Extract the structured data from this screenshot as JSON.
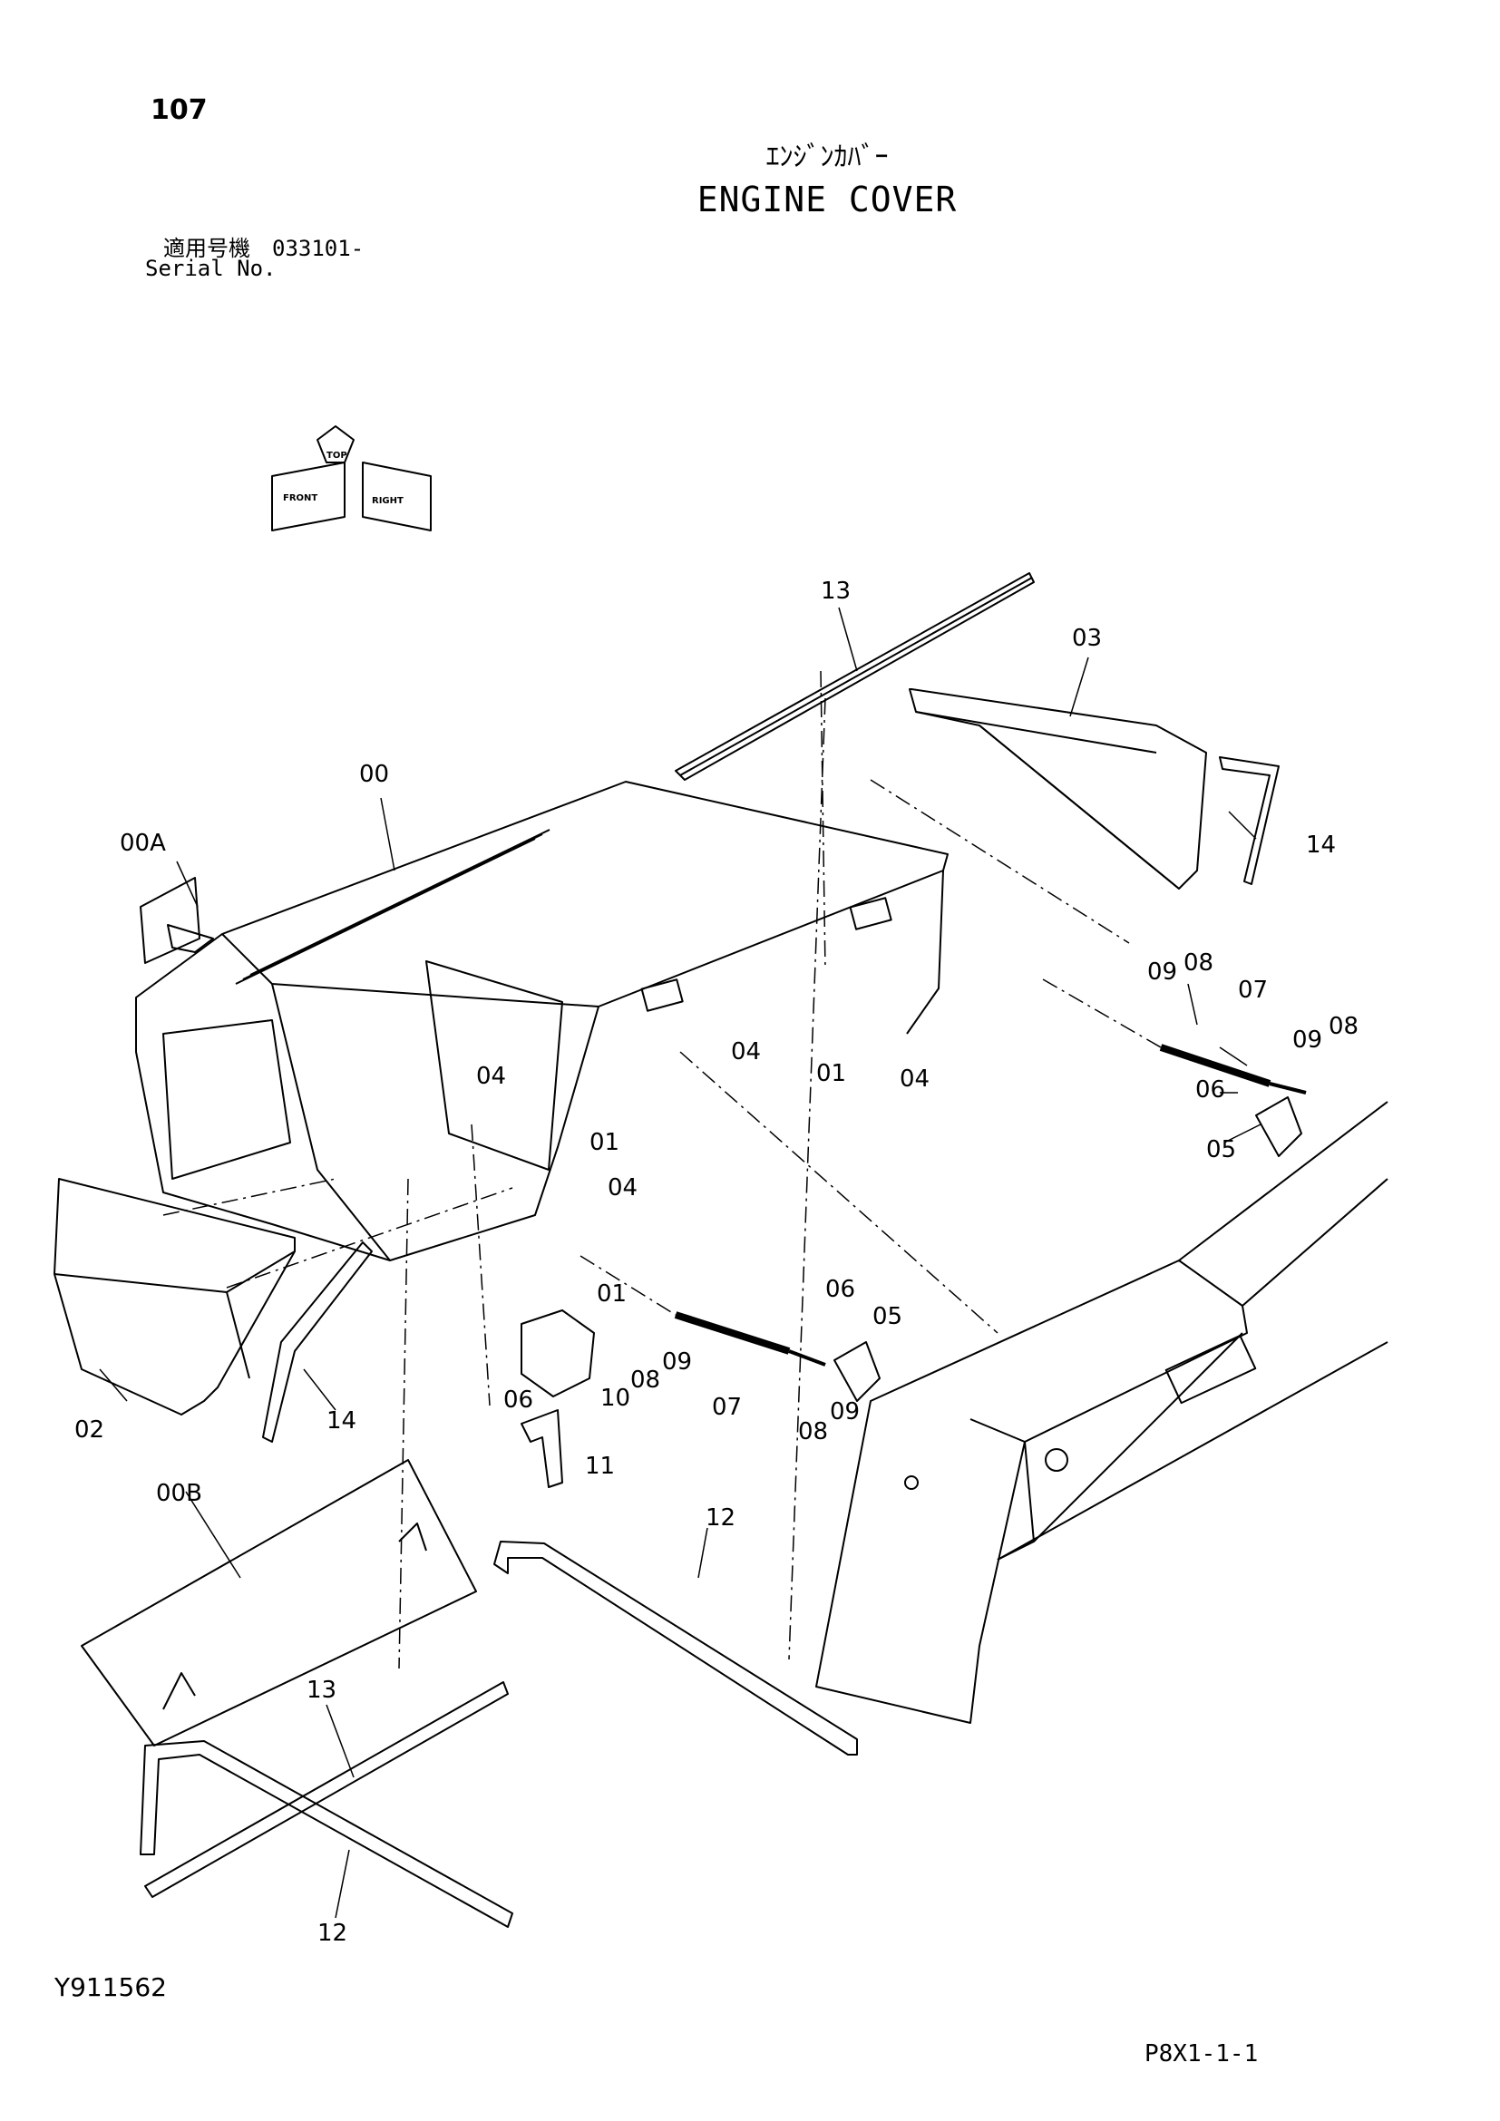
{
  "header": {
    "page_number": "107",
    "title_jp": "ｴﾝｼﾞﾝｶﾊﾞｰ",
    "title_en": "ENGINE COVER",
    "serial_label_jp": "適用号機　033101-",
    "serial_label_en": "Serial No."
  },
  "orientation_icon": {
    "labels": [
      "TOP",
      "FRONT",
      "RIGHT"
    ]
  },
  "callouts": {
    "c13a": "13",
    "c03": "03",
    "c00": "00",
    "c00A": "00A",
    "c14a": "14",
    "c09a": "09",
    "c08a": "08",
    "c07a": "07",
    "c09b": "09",
    "c08b": "08",
    "c06a": "06",
    "c05a": "05",
    "c04a": "04",
    "c01a": "01",
    "c04b": "04",
    "c04c": "04",
    "c01b": "01",
    "c04d": "04",
    "c01c": "01",
    "c06b": "06",
    "c05b": "05",
    "c09c": "09",
    "c08c": "08",
    "c07b": "07",
    "c09d": "09",
    "c08d": "08",
    "c06c": "06",
    "c10": "10",
    "c11": "11",
    "c02": "02",
    "c14b": "14",
    "c00B": "00B",
    "c12a": "12",
    "c13b": "13",
    "c12b": "12"
  },
  "footer": {
    "doc_number": "Y911562",
    "page_code": "P8X1-1-1"
  }
}
